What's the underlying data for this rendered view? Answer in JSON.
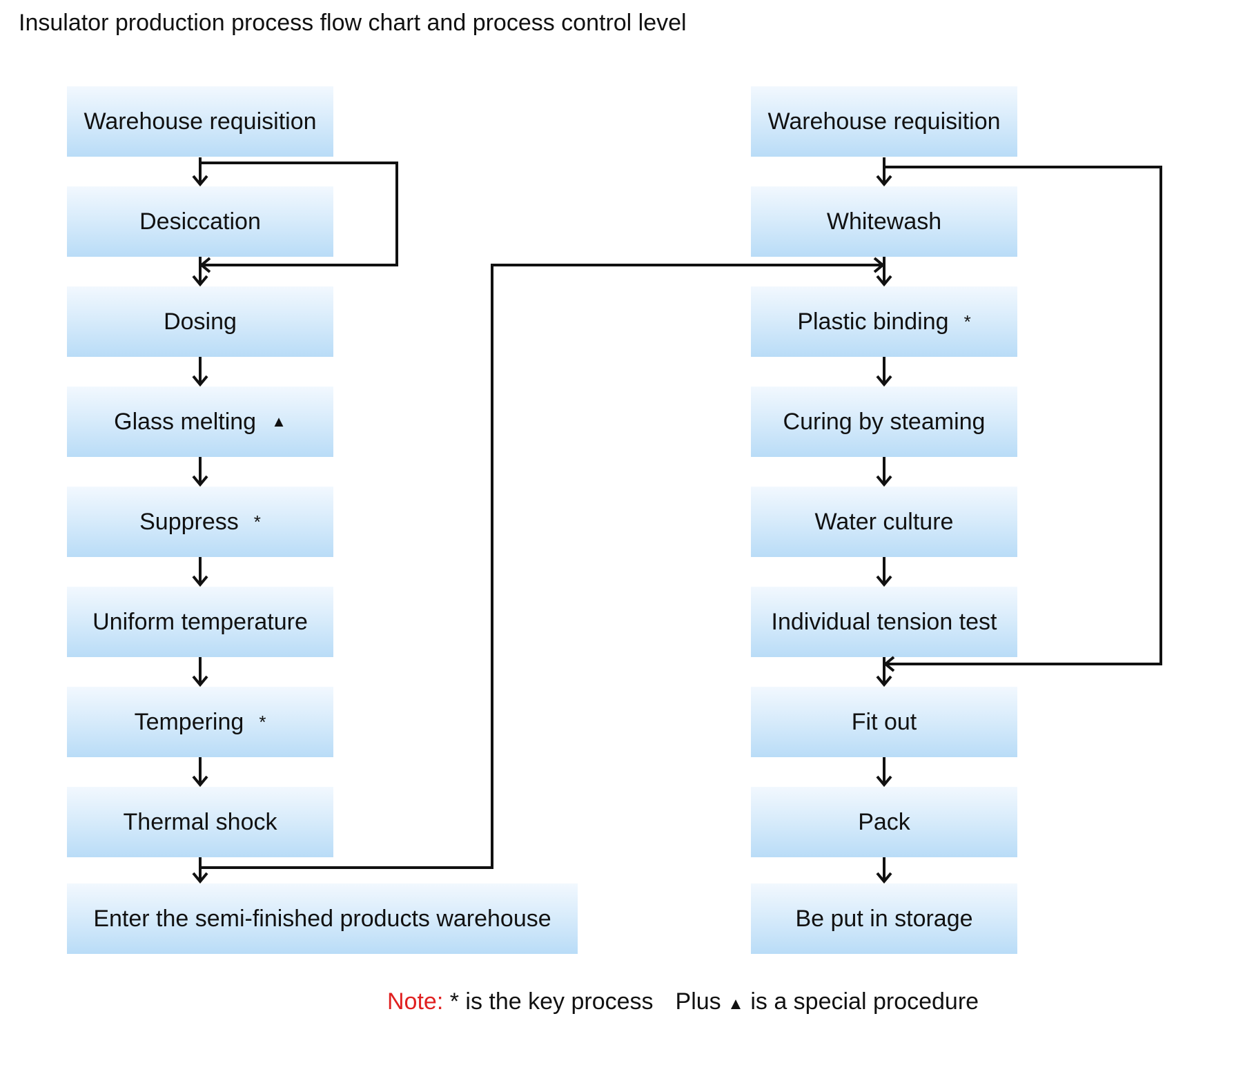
{
  "title": "Insulator production process flow chart and process control level",
  "left_column": [
    {
      "label": "Warehouse requisition",
      "mark": ""
    },
    {
      "label": "Desiccation",
      "mark": ""
    },
    {
      "label": "Dosing",
      "mark": ""
    },
    {
      "label": "Glass melting",
      "mark": "▲"
    },
    {
      "label": "Suppress",
      "mark": "*"
    },
    {
      "label": "Uniform temperature",
      "mark": ""
    },
    {
      "label": "Tempering",
      "mark": "*"
    },
    {
      "label": "Thermal shock",
      "mark": ""
    },
    {
      "label": "Enter the semi-finished products warehouse",
      "mark": ""
    }
  ],
  "right_column": [
    {
      "label": "Warehouse requisition",
      "mark": ""
    },
    {
      "label": "Whitewash",
      "mark": ""
    },
    {
      "label": "Plastic binding",
      "mark": "*"
    },
    {
      "label": "Curing by steaming",
      "mark": ""
    },
    {
      "label": "Water culture",
      "mark": ""
    },
    {
      "label": "Individual tension test",
      "mark": ""
    },
    {
      "label": "Fit out",
      "mark": ""
    },
    {
      "label": "Pack",
      "mark": ""
    },
    {
      "label": "Be put in storage",
      "mark": ""
    }
  ],
  "note": {
    "prefix": "Note:",
    "key_text": "* is the key process",
    "special_text_before": "Plus",
    "special_symbol": "▲",
    "special_text_after": "is a special procedure"
  },
  "colors": {
    "box_top": "#f2f8fe",
    "box_bottom": "#b9dcf7",
    "line": "#111111",
    "note_prefix": "#e02020"
  }
}
